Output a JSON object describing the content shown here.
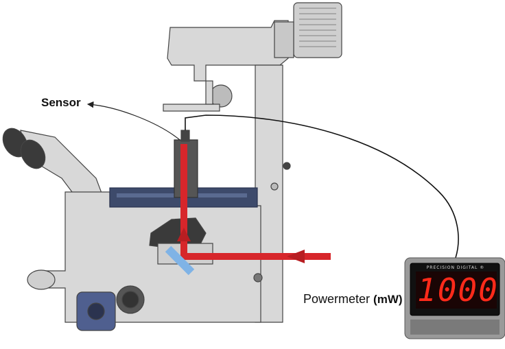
{
  "labels": {
    "sensor": "Sensor",
    "powermeter": "Powermeter",
    "unit": "(mW)"
  },
  "powermeter": {
    "brand": "PRECISION DIGITAL ®",
    "reading": "1000",
    "digit_color": "#ff2a1a"
  },
  "colors": {
    "laser_beam": "#d7262b",
    "dichroic_mirror": "#7fb3e6",
    "filter_cube": "#4f5f8f",
    "stage": "#3d4a6b",
    "microscope_body": "#d8d8d8"
  }
}
